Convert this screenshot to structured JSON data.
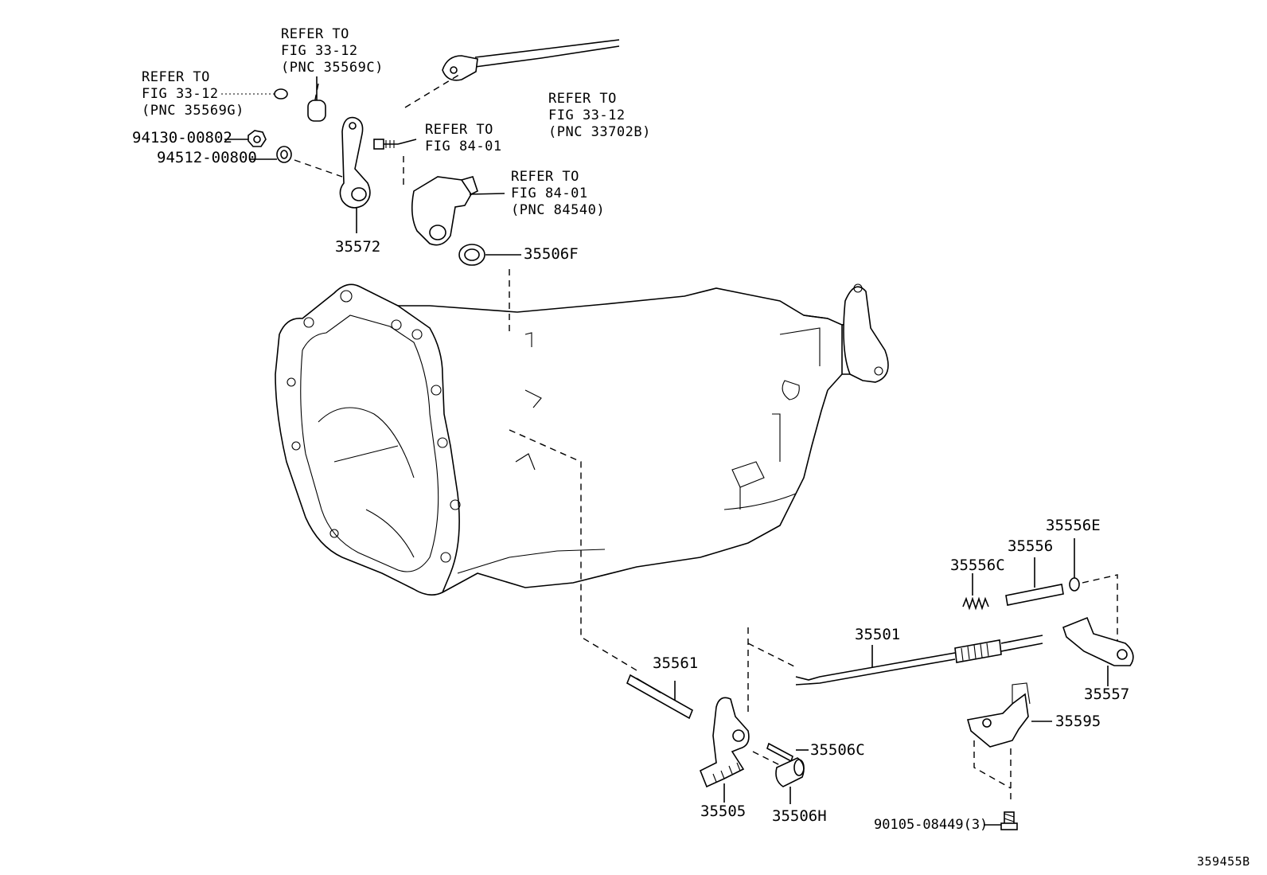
{
  "refs": {
    "r1": [
      "REFER TO",
      "FIG 33-12",
      "(PNC 35569C)"
    ],
    "r2": [
      "REFER TO",
      "FIG 33-12",
      "(PNC 35569G)"
    ],
    "r3": [
      "REFER TO",
      "FIG 84-01"
    ],
    "r4": [
      "REFER TO",
      "FIG 84-01",
      "(PNC 84540)"
    ],
    "r5": [
      "REFER TO",
      "FIG 33-12",
      "(PNC 33702B)"
    ]
  },
  "parts": {
    "p94130": "94130-00802",
    "p94512": "94512-00800",
    "p35572": "35572",
    "p35506F": "35506F",
    "p35556E": "35556E",
    "p35556": "35556",
    "p35556C": "35556C",
    "p35501": "35501",
    "p35561": "35561",
    "p35557": "35557",
    "p35595": "35595",
    "p35506C": "35506C",
    "p35505": "35505",
    "p35506H": "35506H",
    "p90105": "90105-08449(3)"
  },
  "figure_id": "359455B"
}
